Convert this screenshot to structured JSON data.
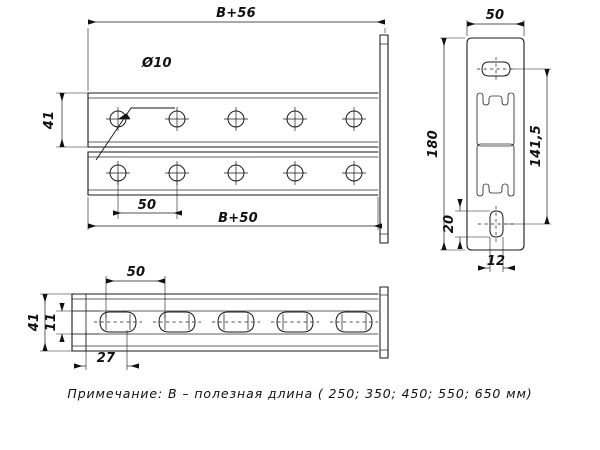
{
  "drawing": {
    "title": "Strut channel bracket technical drawing",
    "background_color": "#ffffff",
    "line_color": "#1a1a1a",
    "units": "mm"
  },
  "views": {
    "front": {
      "name": "front-elevation-view",
      "dimensions": {
        "overall_length": "B+56",
        "channel_length": "B+50",
        "channel_height": "41",
        "hole_pitch": "50",
        "hole_diameter": "Ø10"
      },
      "hole_count_per_row": 5,
      "row_count": 2
    },
    "side": {
      "name": "side-section-view",
      "dimensions": {
        "plate_width": "50",
        "plate_height": "180",
        "channel_span": "141,5",
        "bottom_hole_offset": "20",
        "bottom_hole_width": "12"
      }
    },
    "top": {
      "name": "top-plan-view",
      "dimensions": {
        "slot_pitch": "50",
        "overall_width": "41",
        "slot_width": "11",
        "slot_offset": "27"
      },
      "slot_count": 5
    }
  },
  "note": {
    "text": "Примечание: В – полезная длина ( 250; 350; 450; 550; 650 мм)"
  },
  "labels": {
    "b_plus_56": "B+56",
    "b_plus_50": "B+50",
    "diameter_10": "Ø10",
    "dim_41_front": "41",
    "dim_50_pitch_front": "50",
    "dim_50_width": "50",
    "dim_180": "180",
    "dim_141_5": "141,5",
    "dim_20": "20",
    "dim_12": "12",
    "dim_50_pitch_top": "50",
    "dim_41_top": "41",
    "dim_11": "11",
    "dim_27": "27"
  }
}
